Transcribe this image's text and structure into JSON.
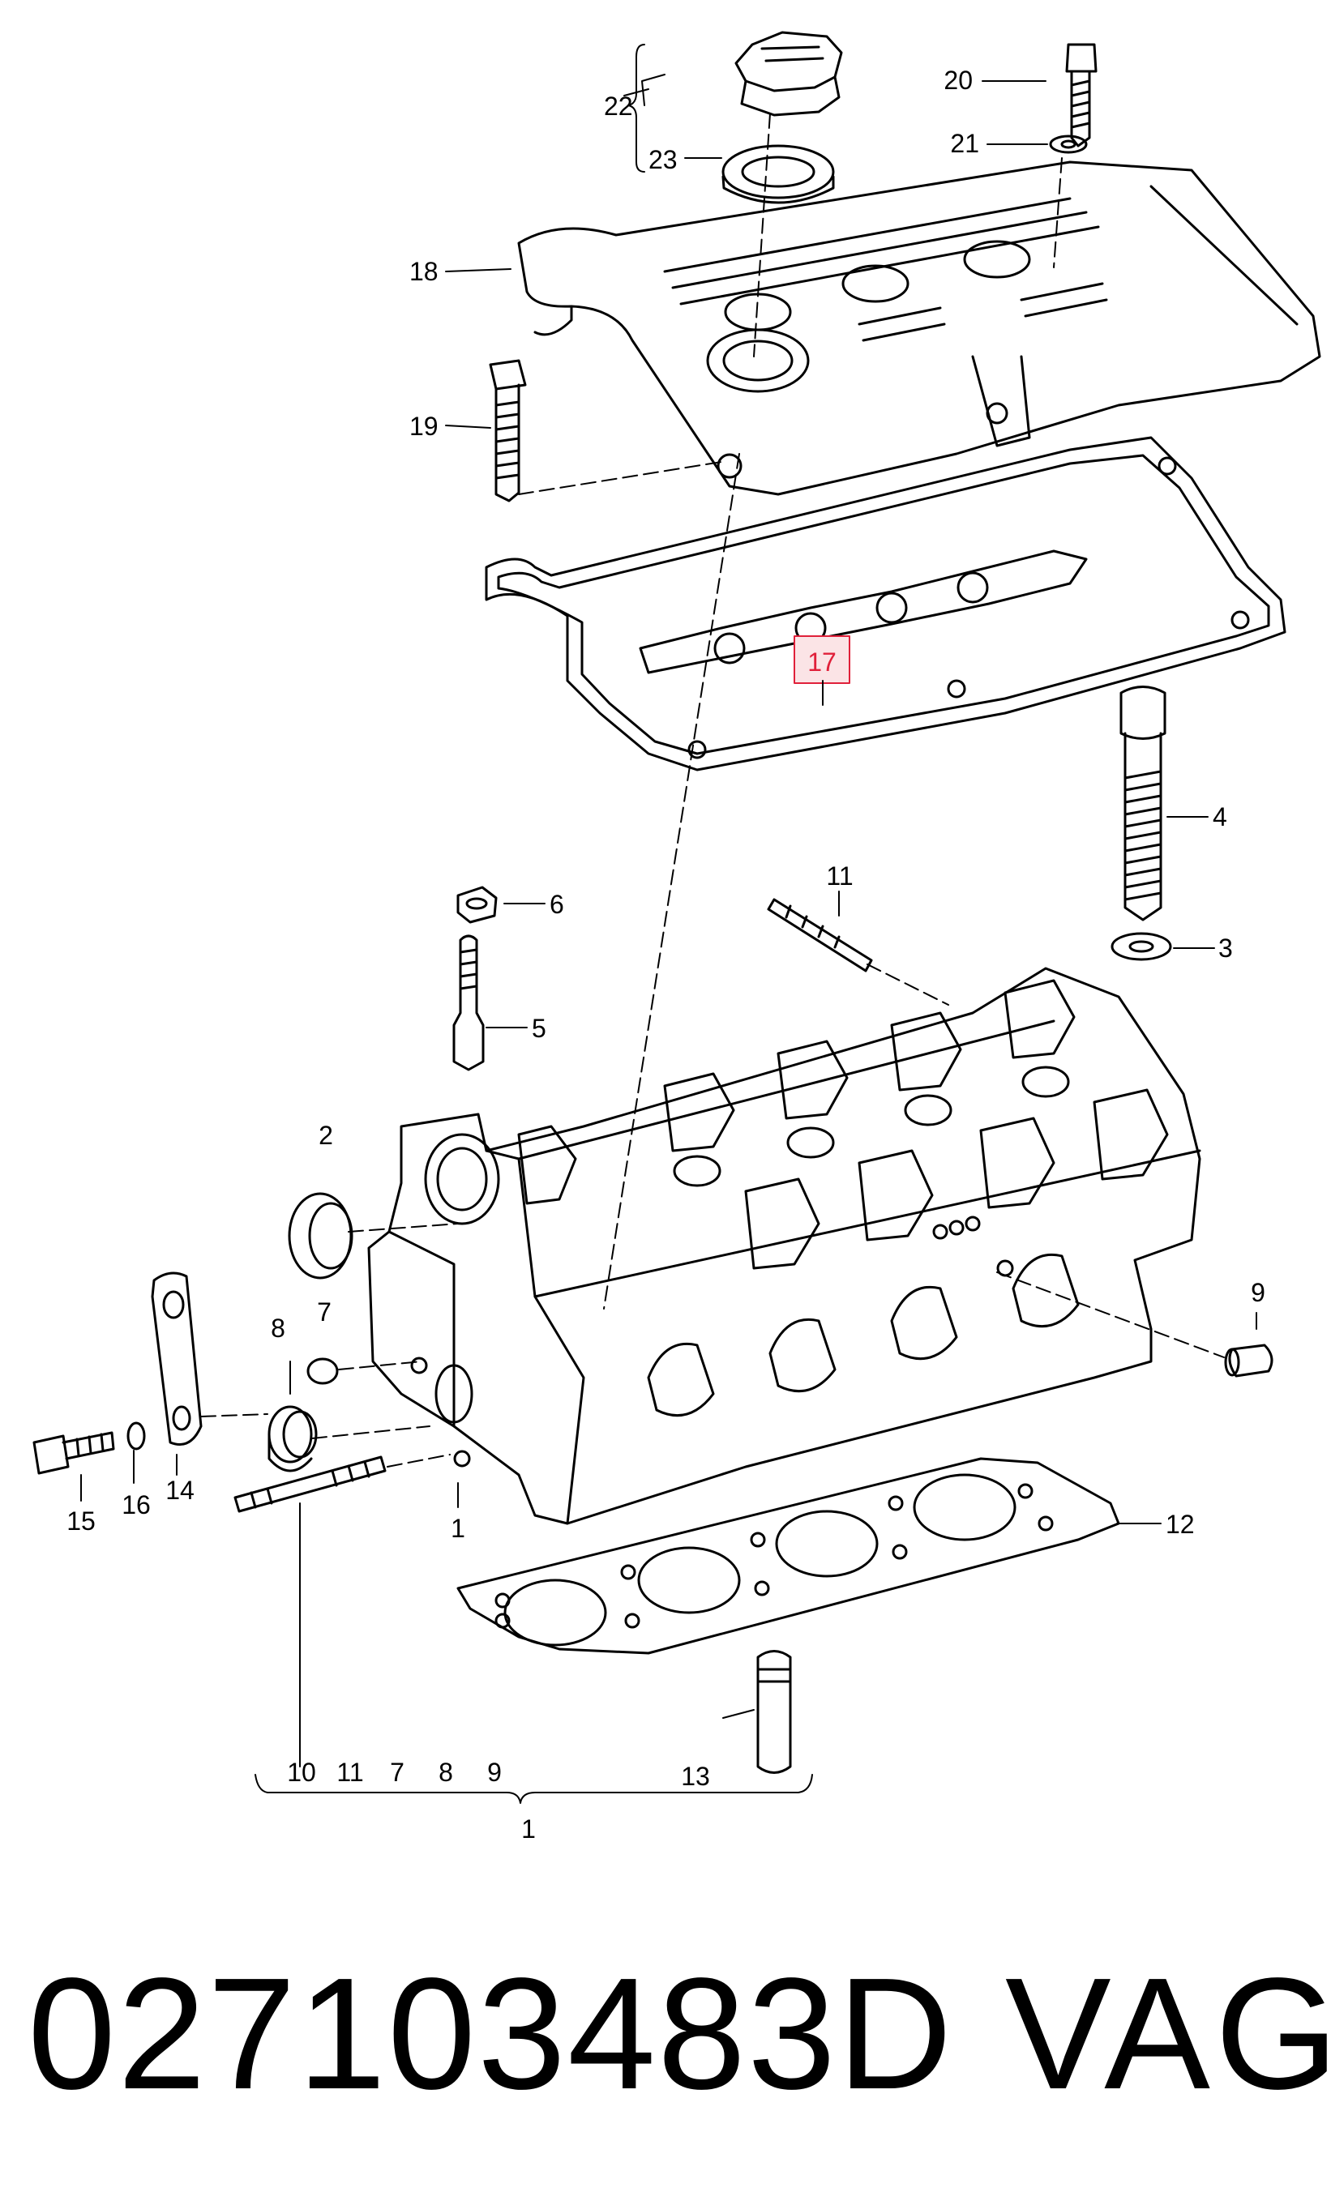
{
  "diagram": {
    "callouts": {
      "c1": "1",
      "c1b": "1",
      "c2": "2",
      "c3": "3",
      "c4": "4",
      "c5": "5",
      "c6": "6",
      "c7": "7",
      "c7b": "7",
      "c8": "8",
      "c8b": "8",
      "c9": "9",
      "c9b": "9",
      "c10": "10",
      "c11": "11",
      "c11b": "11",
      "c12": "12",
      "c13": "13",
      "c14": "14",
      "c15": "15",
      "c16": "16",
      "c17": "17",
      "c18": "18",
      "c19": "19",
      "c20": "20",
      "c21": "21",
      "c22": "22",
      "c23": "23"
    },
    "highlight_color": "#e0203a",
    "highlight_fill": "#fbe4e6",
    "highlighted_callout": "17"
  },
  "caption": {
    "part_number": "027103483D",
    "brand": "VAG"
  }
}
